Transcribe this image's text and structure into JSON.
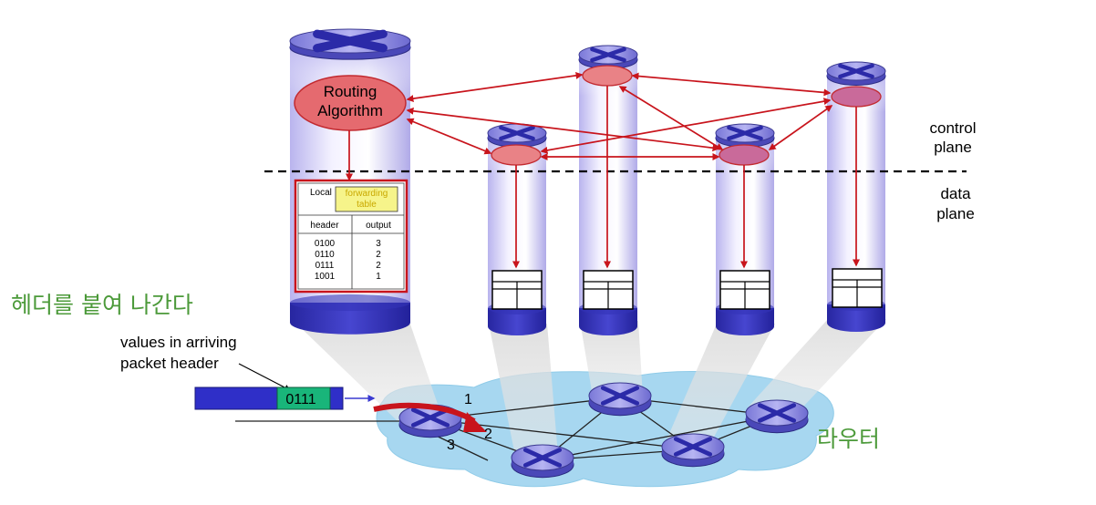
{
  "diagram": {
    "routing_algorithm": {
      "line1": "Routing",
      "line2": "Algorithm"
    },
    "control_plane": {
      "line1": "control",
      "line2": "plane"
    },
    "data_plane": {
      "line1": "data",
      "line2": "plane"
    },
    "forwarding_table": {
      "local_label": "Local",
      "title_line1": "forwarding",
      "title_line2": "table",
      "col_header": "header",
      "col_output": "output",
      "rows": [
        {
          "header": "0100",
          "output": "3"
        },
        {
          "header": "0110",
          "output": "2"
        },
        {
          "header": "0111",
          "output": "2"
        },
        {
          "header": "1001",
          "output": "1"
        }
      ]
    },
    "packet": {
      "caption_line1": "values in arriving",
      "caption_line2": "packet header",
      "header_value": "0111"
    },
    "ports": {
      "p1": "1",
      "p2": "2",
      "p3": "3"
    },
    "korean_header_note": "헤더를 붙여 나간다",
    "korean_router_note": "라우터",
    "colors": {
      "cylinder_body": "#c9c5f2",
      "cylinder_base": "#3433b8",
      "router_disk": "#8f8ee0",
      "routing_oval": "#e56a6f",
      "arrows": "#c8141c",
      "network_cloud": "#a7d7f0",
      "packet_body": "#2f2fc8",
      "packet_field": "#19b57a",
      "korean_text": "#4c9a3a"
    }
  }
}
